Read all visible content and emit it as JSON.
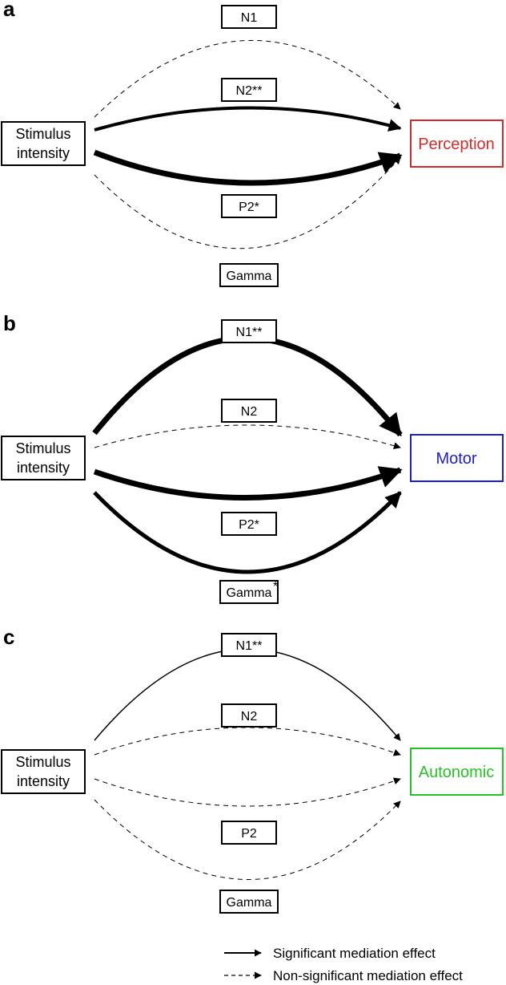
{
  "panels": [
    {
      "letter": "a",
      "source": [
        "Stimulus",
        "intensity"
      ],
      "outcome": {
        "label": "Perception",
        "color": "#d42a2a"
      },
      "mediators": [
        {
          "label": "N1",
          "significant": false,
          "weight": 1
        },
        {
          "label": "N2**",
          "significant": true,
          "weight": 4
        },
        {
          "label": "P2*",
          "significant": true,
          "weight": 7
        },
        {
          "label": "Gamma",
          "significant": false,
          "weight": 1
        }
      ]
    },
    {
      "letter": "b",
      "source": [
        "Stimulus",
        "intensity"
      ],
      "outcome": {
        "label": "Motor",
        "color": "#1c1cd0"
      },
      "mediators": [
        {
          "label": "N1**",
          "significant": true,
          "weight": 7
        },
        {
          "label": "N2",
          "significant": false,
          "weight": 1
        },
        {
          "label": "P2*",
          "significant": true,
          "weight": 7
        },
        {
          "label": "Gamma",
          "significant": true,
          "weight": 5,
          "mark": "*"
        }
      ]
    },
    {
      "letter": "c",
      "source": [
        "Stimulus",
        "intensity"
      ],
      "outcome": {
        "label": "Autonomic",
        "color": "#22c422"
      },
      "mediators": [
        {
          "label": "N1**",
          "significant": true,
          "weight": 1.5
        },
        {
          "label": "N2",
          "significant": false,
          "weight": 1
        },
        {
          "label": "P2",
          "significant": false,
          "weight": 1
        },
        {
          "label": "Gamma",
          "significant": false,
          "weight": 1
        }
      ]
    }
  ],
  "legend": {
    "significant": "Significant mediation effect",
    "non_significant": "Non-significant mediation effect"
  }
}
